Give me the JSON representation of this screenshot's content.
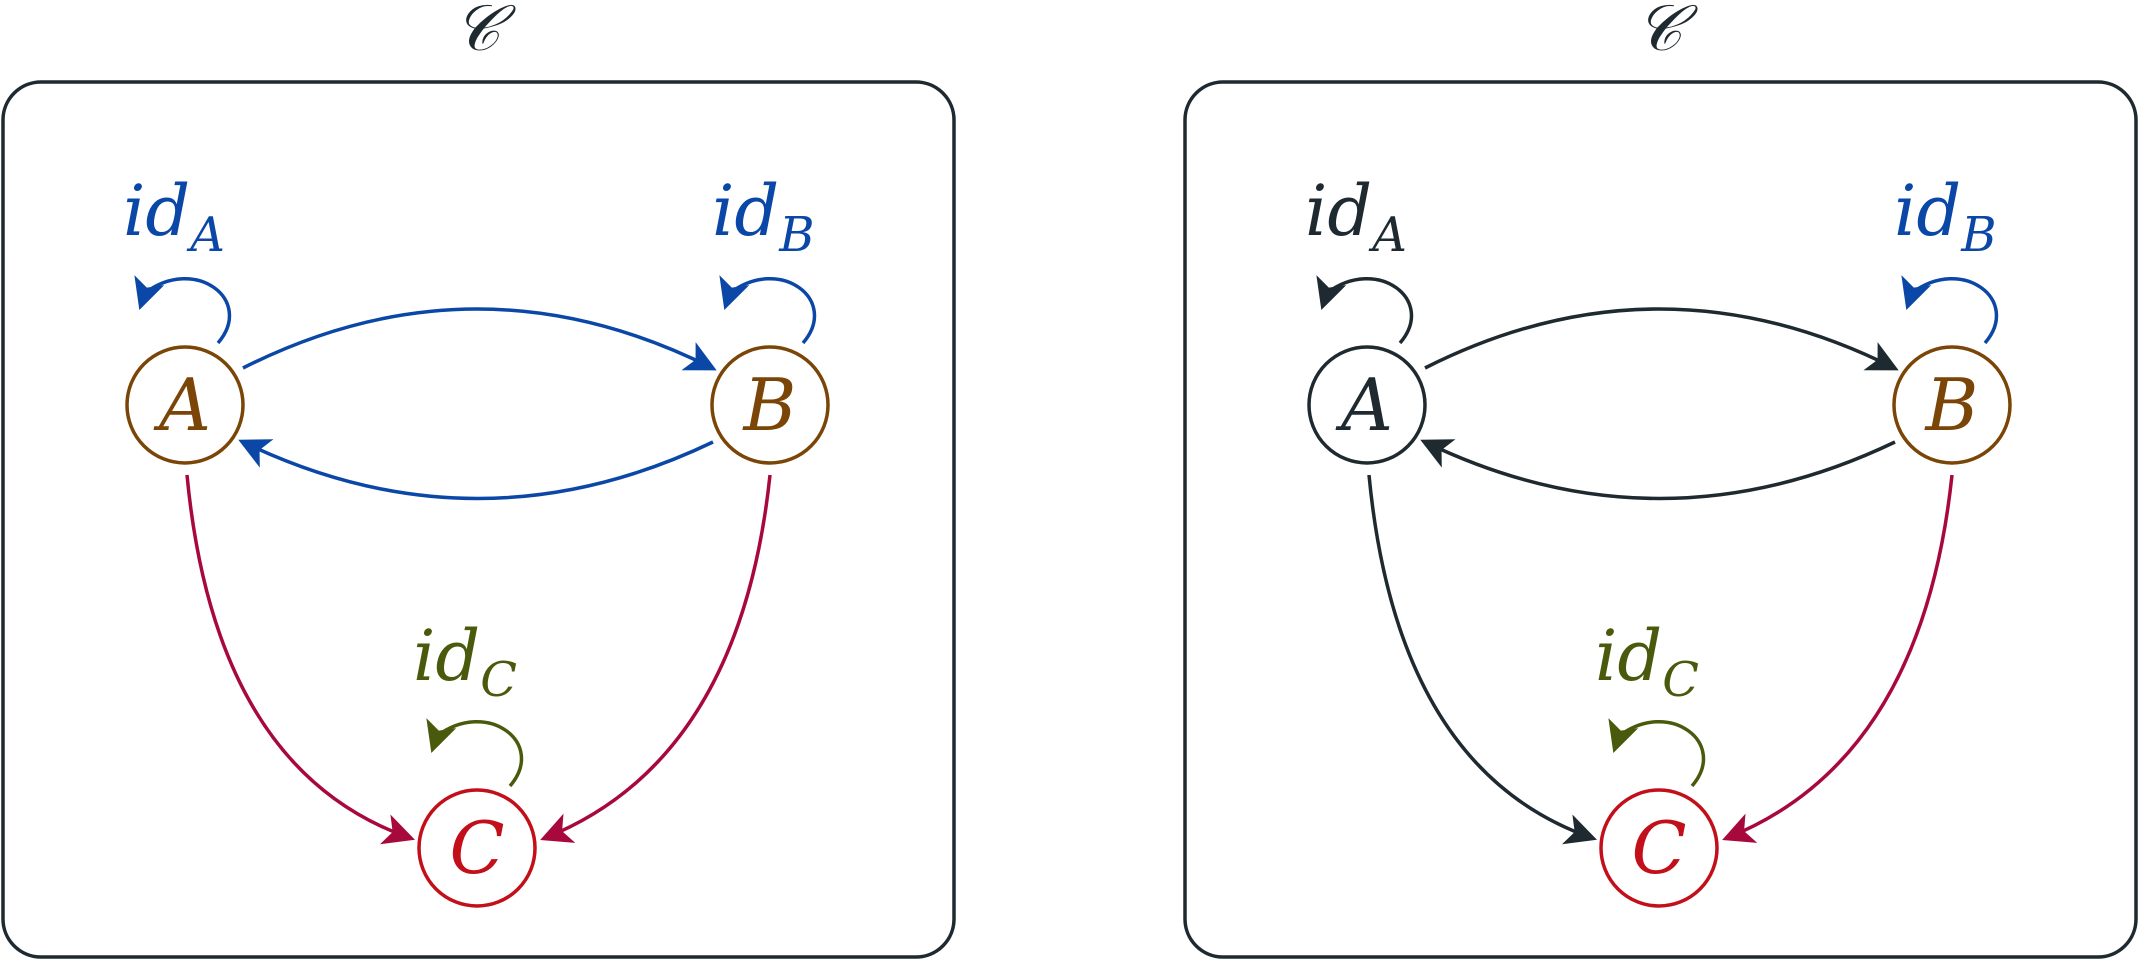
{
  "colors": {
    "frame": "#1f2a30",
    "blue": "#0b47a6",
    "brown": "#7a4506",
    "red": "#c20f1a",
    "crimson": "#a8093c",
    "olive": "#4a5a0c",
    "dark": "#1f2a30"
  },
  "panels": [
    {
      "category_label": "𝒞",
      "identities": [
        {
          "id": "A",
          "prefix": "id",
          "sub": "A",
          "color": "#0b47a6"
        },
        {
          "id": "B",
          "prefix": "id",
          "sub": "B",
          "color": "#0b47a6"
        },
        {
          "id": "C",
          "prefix": "id",
          "sub": "C",
          "color": "#4a5a0c"
        }
      ],
      "nodes": [
        {
          "id": "A",
          "label": "A",
          "color": "#7a4506"
        },
        {
          "id": "B",
          "label": "B",
          "color": "#7a4506"
        },
        {
          "id": "C",
          "label": "C",
          "color": "#c20f1a"
        }
      ],
      "edges": [
        {
          "from": "A",
          "to": "B",
          "color": "#0b47a6"
        },
        {
          "from": "B",
          "to": "A",
          "color": "#0b47a6"
        },
        {
          "from": "A",
          "to": "C",
          "color": "#a8093c"
        },
        {
          "from": "B",
          "to": "C",
          "color": "#a8093c"
        }
      ],
      "loop_colors": {
        "A": "#0b47a6",
        "B": "#0b47a6",
        "C": "#4a5a0c"
      }
    },
    {
      "category_label": "𝒞",
      "identities": [
        {
          "id": "A",
          "prefix": "id",
          "sub": "A",
          "color": "#1f2a30"
        },
        {
          "id": "B",
          "prefix": "id",
          "sub": "B",
          "color": "#0b47a6"
        },
        {
          "id": "C",
          "prefix": "id",
          "sub": "C",
          "color": "#4a5a0c"
        }
      ],
      "nodes": [
        {
          "id": "A",
          "label": "A",
          "color": "#1f2a30"
        },
        {
          "id": "B",
          "label": "B",
          "color": "#7a4506"
        },
        {
          "id": "C",
          "label": "C",
          "color": "#c20f1a"
        }
      ],
      "edges": [
        {
          "from": "A",
          "to": "B",
          "color": "#1f2a30"
        },
        {
          "from": "B",
          "to": "A",
          "color": "#1f2a30"
        },
        {
          "from": "A",
          "to": "C",
          "color": "#1f2a30"
        },
        {
          "from": "B",
          "to": "C",
          "color": "#a8093c"
        }
      ],
      "loop_colors": {
        "A": "#1f2a30",
        "B": "#0b47a6",
        "C": "#4a5a0c"
      }
    }
  ]
}
